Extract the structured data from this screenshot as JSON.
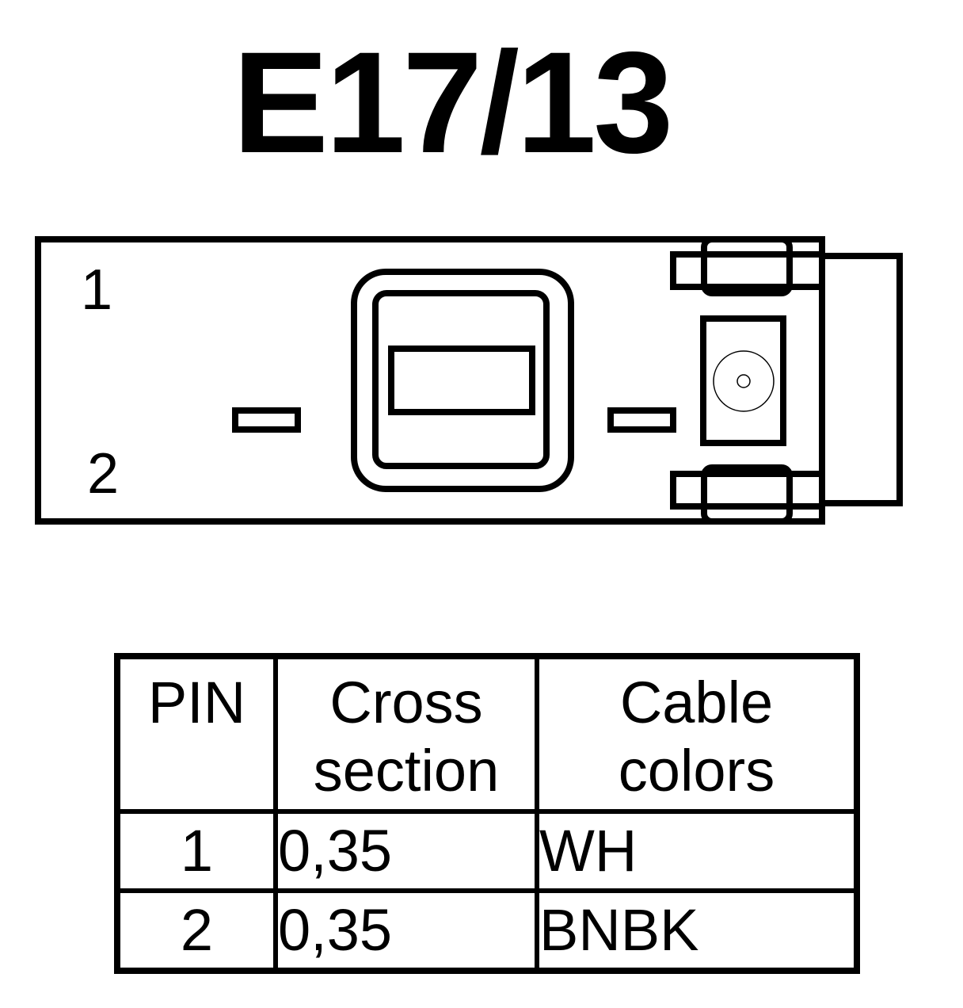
{
  "connector": {
    "title": "E17/13",
    "pin_labels": [
      "1",
      "2"
    ]
  },
  "table": {
    "headers": {
      "pin": "PIN",
      "cross_line1": "Cross",
      "cross_line2": "section",
      "color_line1": "Cable",
      "color_line2": "colors"
    },
    "rows": [
      {
        "pin": "1",
        "cross_section": "0,35",
        "cable_color": "WH"
      },
      {
        "pin": "2",
        "cross_section": "0,35",
        "cable_color": "BNBK"
      }
    ]
  }
}
